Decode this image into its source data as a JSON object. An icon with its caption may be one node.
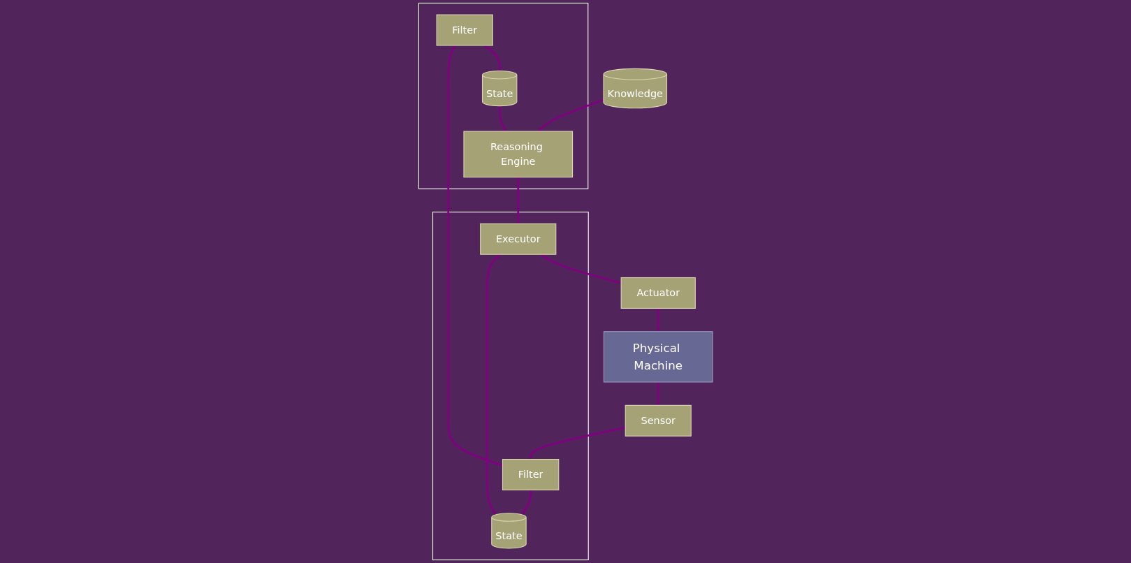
{
  "diagram": {
    "nodes": [
      {
        "text": [],
        "shape": "box"
      },
      {
        "text": [
          "Filter"
        ],
        "in": 0
      },
      {
        "text": [
          "State"
        ],
        "in": 0
      },
      {
        "text": [
          "Reasoning Engine"
        ],
        "in": 0
      },
      {
        "text": [
          "Knowledge"
        ]
      },
      {
        "text": [],
        "shape": "box"
      },
      {
        "text": [
          "Filter"
        ],
        "in": 5
      },
      {
        "text": [
          "State"
        ],
        "in": 5
      },
      {
        "text": [
          "Executor"
        ],
        "in": 5
      },
      {
        "text": [
          "Sensor"
        ]
      },
      {
        "text": [
          "Actuator"
        ]
      },
      {
        "text": [
          "Physical Machine"
        ]
      }
    ],
    "edges": [
      {
        "from": 1,
        "to": 2,
        "arrow": "both"
      },
      {
        "from": 2,
        "to": 3,
        "arrow": "both"
      },
      {
        "from": 4,
        "to": 3,
        "arrow": "to"
      },
      {
        "from": 3,
        "to": 8,
        "arrow": "to"
      },
      {
        "from": 6,
        "to": 1,
        "arrow": "to"
      },
      {
        "from": 6,
        "to": 7,
        "arrow": "both"
      },
      {
        "from": 7,
        "to": 8,
        "arrow": "both"
      },
      {
        "from": 9,
        "to": 6,
        "arrow": "to"
      },
      {
        "from": 8,
        "to": 10,
        "arrow": "to"
      },
      {
        "from": 10,
        "to": 11,
        "arrow": "to"
      },
      {
        "from": 11,
        "to": 9,
        "arrow": "to"
      }
    ]
  }
}
